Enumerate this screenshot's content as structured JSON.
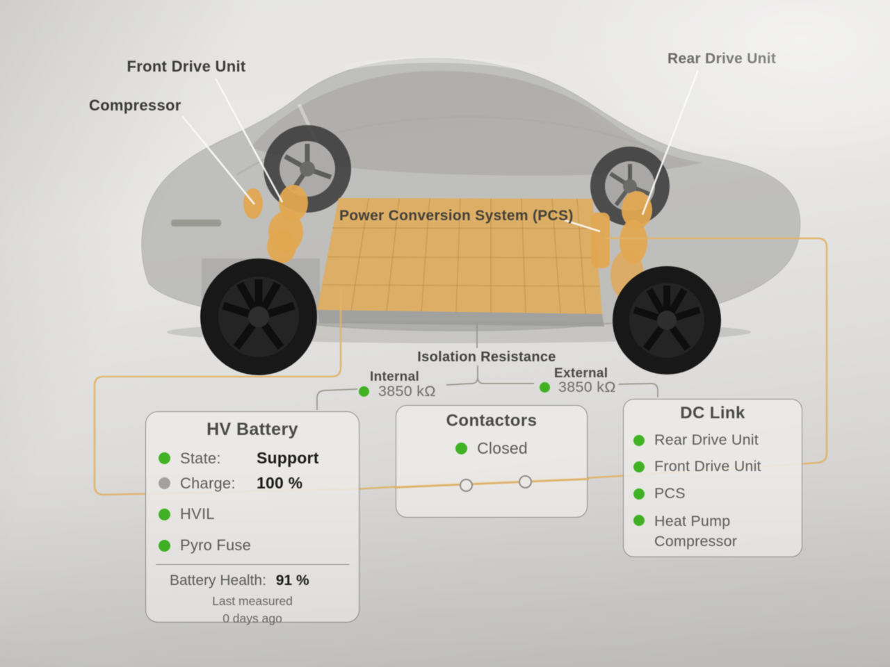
{
  "car_labels": {
    "front_drive_unit": "Front Drive Unit",
    "compressor": "Compressor",
    "rear_drive_unit": "Rear Drive Unit",
    "pcs": "Power Conversion System (PCS)"
  },
  "isolation": {
    "title": "Isolation Resistance",
    "internal": {
      "label": "Internal",
      "value": "3850 kΩ",
      "status_color": "green"
    },
    "external": {
      "label": "External",
      "value": "3850 kΩ",
      "status_color": "green"
    }
  },
  "panels": {
    "hv_battery": {
      "title": "HV Battery",
      "state": {
        "label": "State:",
        "value": "Support",
        "status_color": "green"
      },
      "charge": {
        "label": "Charge:",
        "value": "100 %",
        "status_color": "gray"
      },
      "hvil": {
        "label": "HVIL",
        "status_color": "green"
      },
      "pyro_fuse": {
        "label": "Pyro Fuse",
        "status_color": "green"
      },
      "battery_health": {
        "label": "Battery Health:",
        "value": "91 %"
      },
      "last_measured_line1": "Last measured",
      "last_measured_line2": "0 days ago"
    },
    "contactors": {
      "title": "Contactors",
      "status": {
        "label": "Closed",
        "status_color": "green"
      }
    },
    "dc_link": {
      "title": "DC Link",
      "items": [
        {
          "label": "Rear Drive Unit",
          "status_color": "green"
        },
        {
          "label": "Front Drive Unit",
          "status_color": "green"
        },
        {
          "label": "PCS",
          "status_color": "green"
        },
        {
          "label": "Heat Pump Compressor",
          "status_color": "green"
        }
      ]
    }
  },
  "colors": {
    "status_green": "#41b224",
    "status_gray": "#a3a2a0",
    "highlight_orange": "#e0ac5e",
    "wire_orange": "#e2b267",
    "label_text": "#3c3c3a",
    "panel_border": "#8e8d8b"
  }
}
